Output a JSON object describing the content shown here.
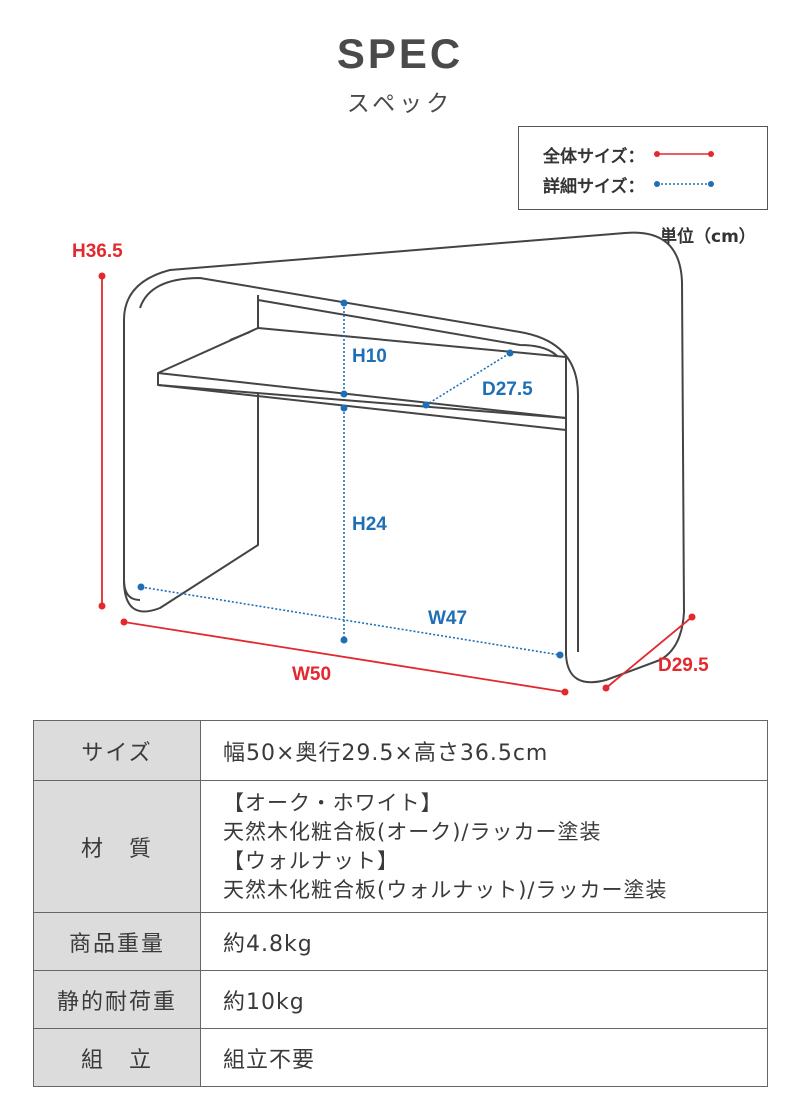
{
  "header": {
    "title": "SPEC",
    "subtitle": "スペック"
  },
  "legend": {
    "overall_label": "全体サイズ：",
    "detail_label": "詳細サイズ：",
    "overall_color": "#e3282e",
    "detail_color": "#1f6fb6"
  },
  "unit_label": "単位（cm）",
  "dimensions": {
    "overall_height": "H36.5",
    "overall_width": "W50",
    "overall_depth": "D29.5",
    "shelf_height": "H10",
    "shelf_depth": "D27.5",
    "lower_height": "H24",
    "inner_width": "W47"
  },
  "spec_table": {
    "size": {
      "label": "サイズ",
      "value": "幅50×奥行29.5×高さ36.5cm"
    },
    "material": {
      "label": "材　質",
      "lines": [
        "【オーク・ホワイト】",
        "天然木化粧合板(オーク)/ラッカー塗装",
        "【ウォルナット】",
        "天然木化粧合板(ウォルナット)/ラッカー塗装"
      ]
    },
    "weight": {
      "label": "商品重量",
      "value": "約4.8kg"
    },
    "load": {
      "label": "静的耐荷重",
      "value": "約10kg"
    },
    "assembly": {
      "label": "組　立",
      "value": "組立不要"
    }
  }
}
